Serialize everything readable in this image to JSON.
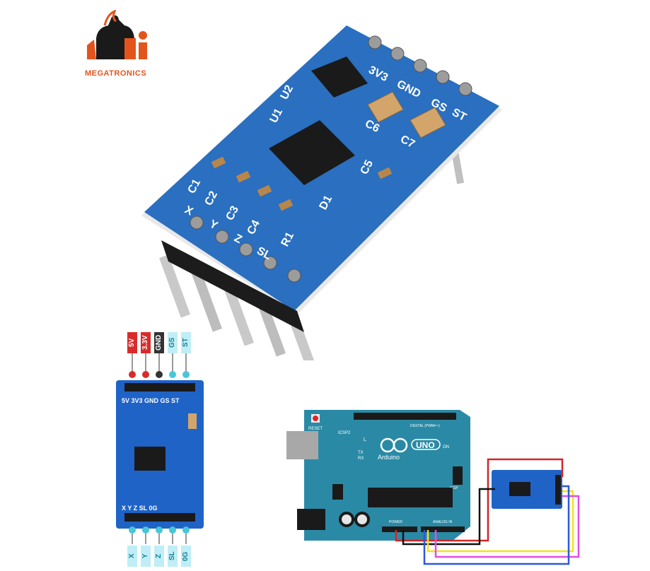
{
  "logo": {
    "brand": "MEGATRONICS"
  },
  "module_photo": {
    "silkscreen_top": [
      "3V3",
      "GND",
      "GS",
      "ST"
    ],
    "silkscreen_parts": [
      "U2",
      "U1",
      "C1",
      "C2",
      "C3",
      "C4",
      "C5",
      "C6",
      "C7",
      "D1",
      "R1"
    ],
    "silkscreen_bottom": [
      "X",
      "Y",
      "Z",
      "SL"
    ]
  },
  "pinout": {
    "top_tags": [
      {
        "label": "5V",
        "color": "#d92b2b"
      },
      {
        "label": "3.3V",
        "color": "#d92b2b"
      },
      {
        "label": "GND",
        "color": "#333333"
      },
      {
        "label": "GS",
        "color": "#bfeef6"
      },
      {
        "label": "ST",
        "color": "#bfeef6"
      }
    ],
    "board_top_labels": "5V 3V3 GND GS ST",
    "board_bottom_labels": "X  Y  Z  SL  0G",
    "bottom_tags": [
      "X",
      "Y",
      "Z",
      "SL",
      "0G"
    ]
  },
  "arduino": {
    "reset_label": "RESET",
    "icsp_label": "ICSP2",
    "brand": "Arduino",
    "model": "UNO",
    "digital_label": "DIGITAL (PWM=~)",
    "power_label": "POWER",
    "analog_label": "ANALOG IN",
    "on_label": "ON",
    "tx_label": "TX",
    "rx_label": "RX",
    "l_label": "L",
    "icsp_right": "ICSP"
  },
  "wire_colors": {
    "red": "#d0262a",
    "black": "#111111",
    "yellow": "#f3e21b",
    "magenta": "#e04fe0",
    "blue": "#2f58d8"
  }
}
